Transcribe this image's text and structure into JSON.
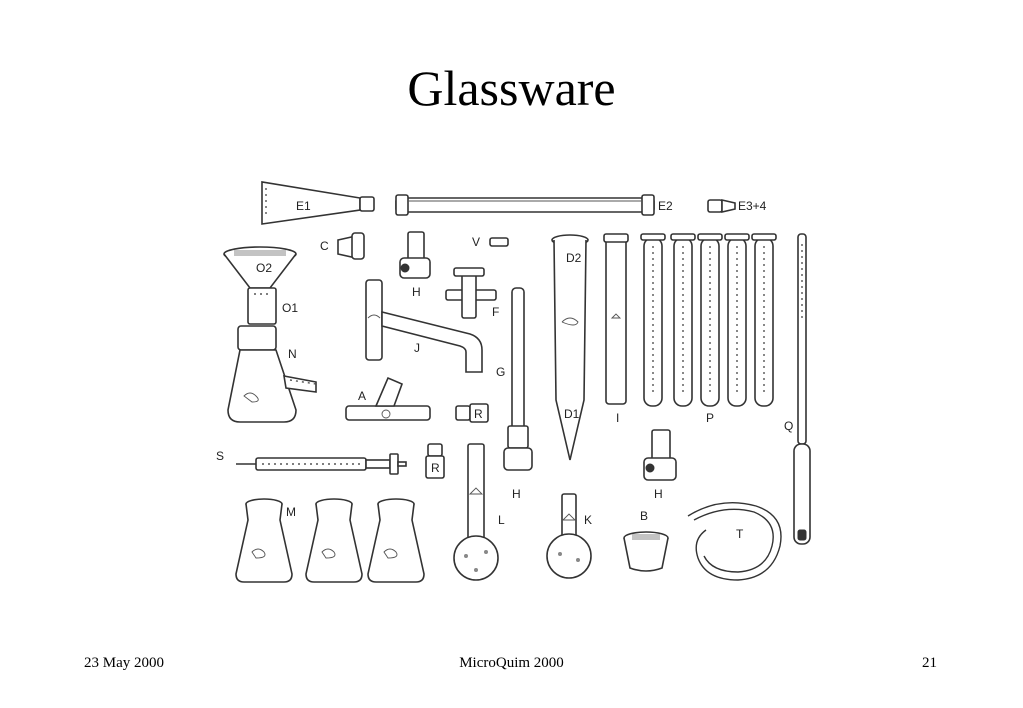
{
  "slide": {
    "title": "Glassware",
    "footer_left": "23 May 2000",
    "footer_center": "MicroQuim 2000",
    "footer_right": "21"
  },
  "labels": {
    "E1": "E1",
    "E2": "E2",
    "E3_4": "E3+4",
    "C": "C",
    "V": "V",
    "D2": "D2",
    "O2": "O2",
    "O1": "O1",
    "N": "N",
    "H_top": "H",
    "F": "F",
    "J": "J",
    "G": "G",
    "A": "A",
    "R_top": "R",
    "D1": "D1",
    "I": "I",
    "P": "P",
    "Q": "Q",
    "S": "S",
    "R_bottom": "R",
    "H_mid": "H",
    "H_right": "H",
    "M": "M",
    "L": "L",
    "K": "K",
    "B": "B",
    "T": "T"
  }
}
